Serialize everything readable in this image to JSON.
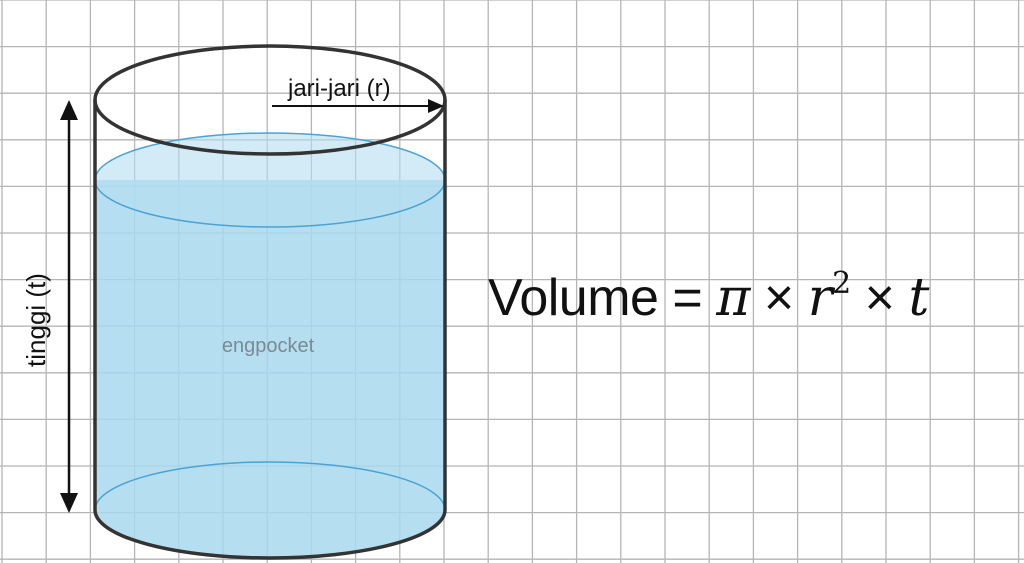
{
  "diagram": {
    "radius_label": "jari-jari (r)",
    "height_label": "tinggi (t)",
    "watermark": "engpocket",
    "formula": {
      "lhs": "Volume",
      "equals": "=",
      "pi": "π",
      "times1": "×",
      "r": "r",
      "exponent": "2",
      "times2": "×",
      "t": "t"
    },
    "colors": {
      "water_fill": "#a9d8ee",
      "water_edge": "#4aa3d4",
      "outline": "#333333",
      "grid": "#b5b5b5"
    }
  }
}
